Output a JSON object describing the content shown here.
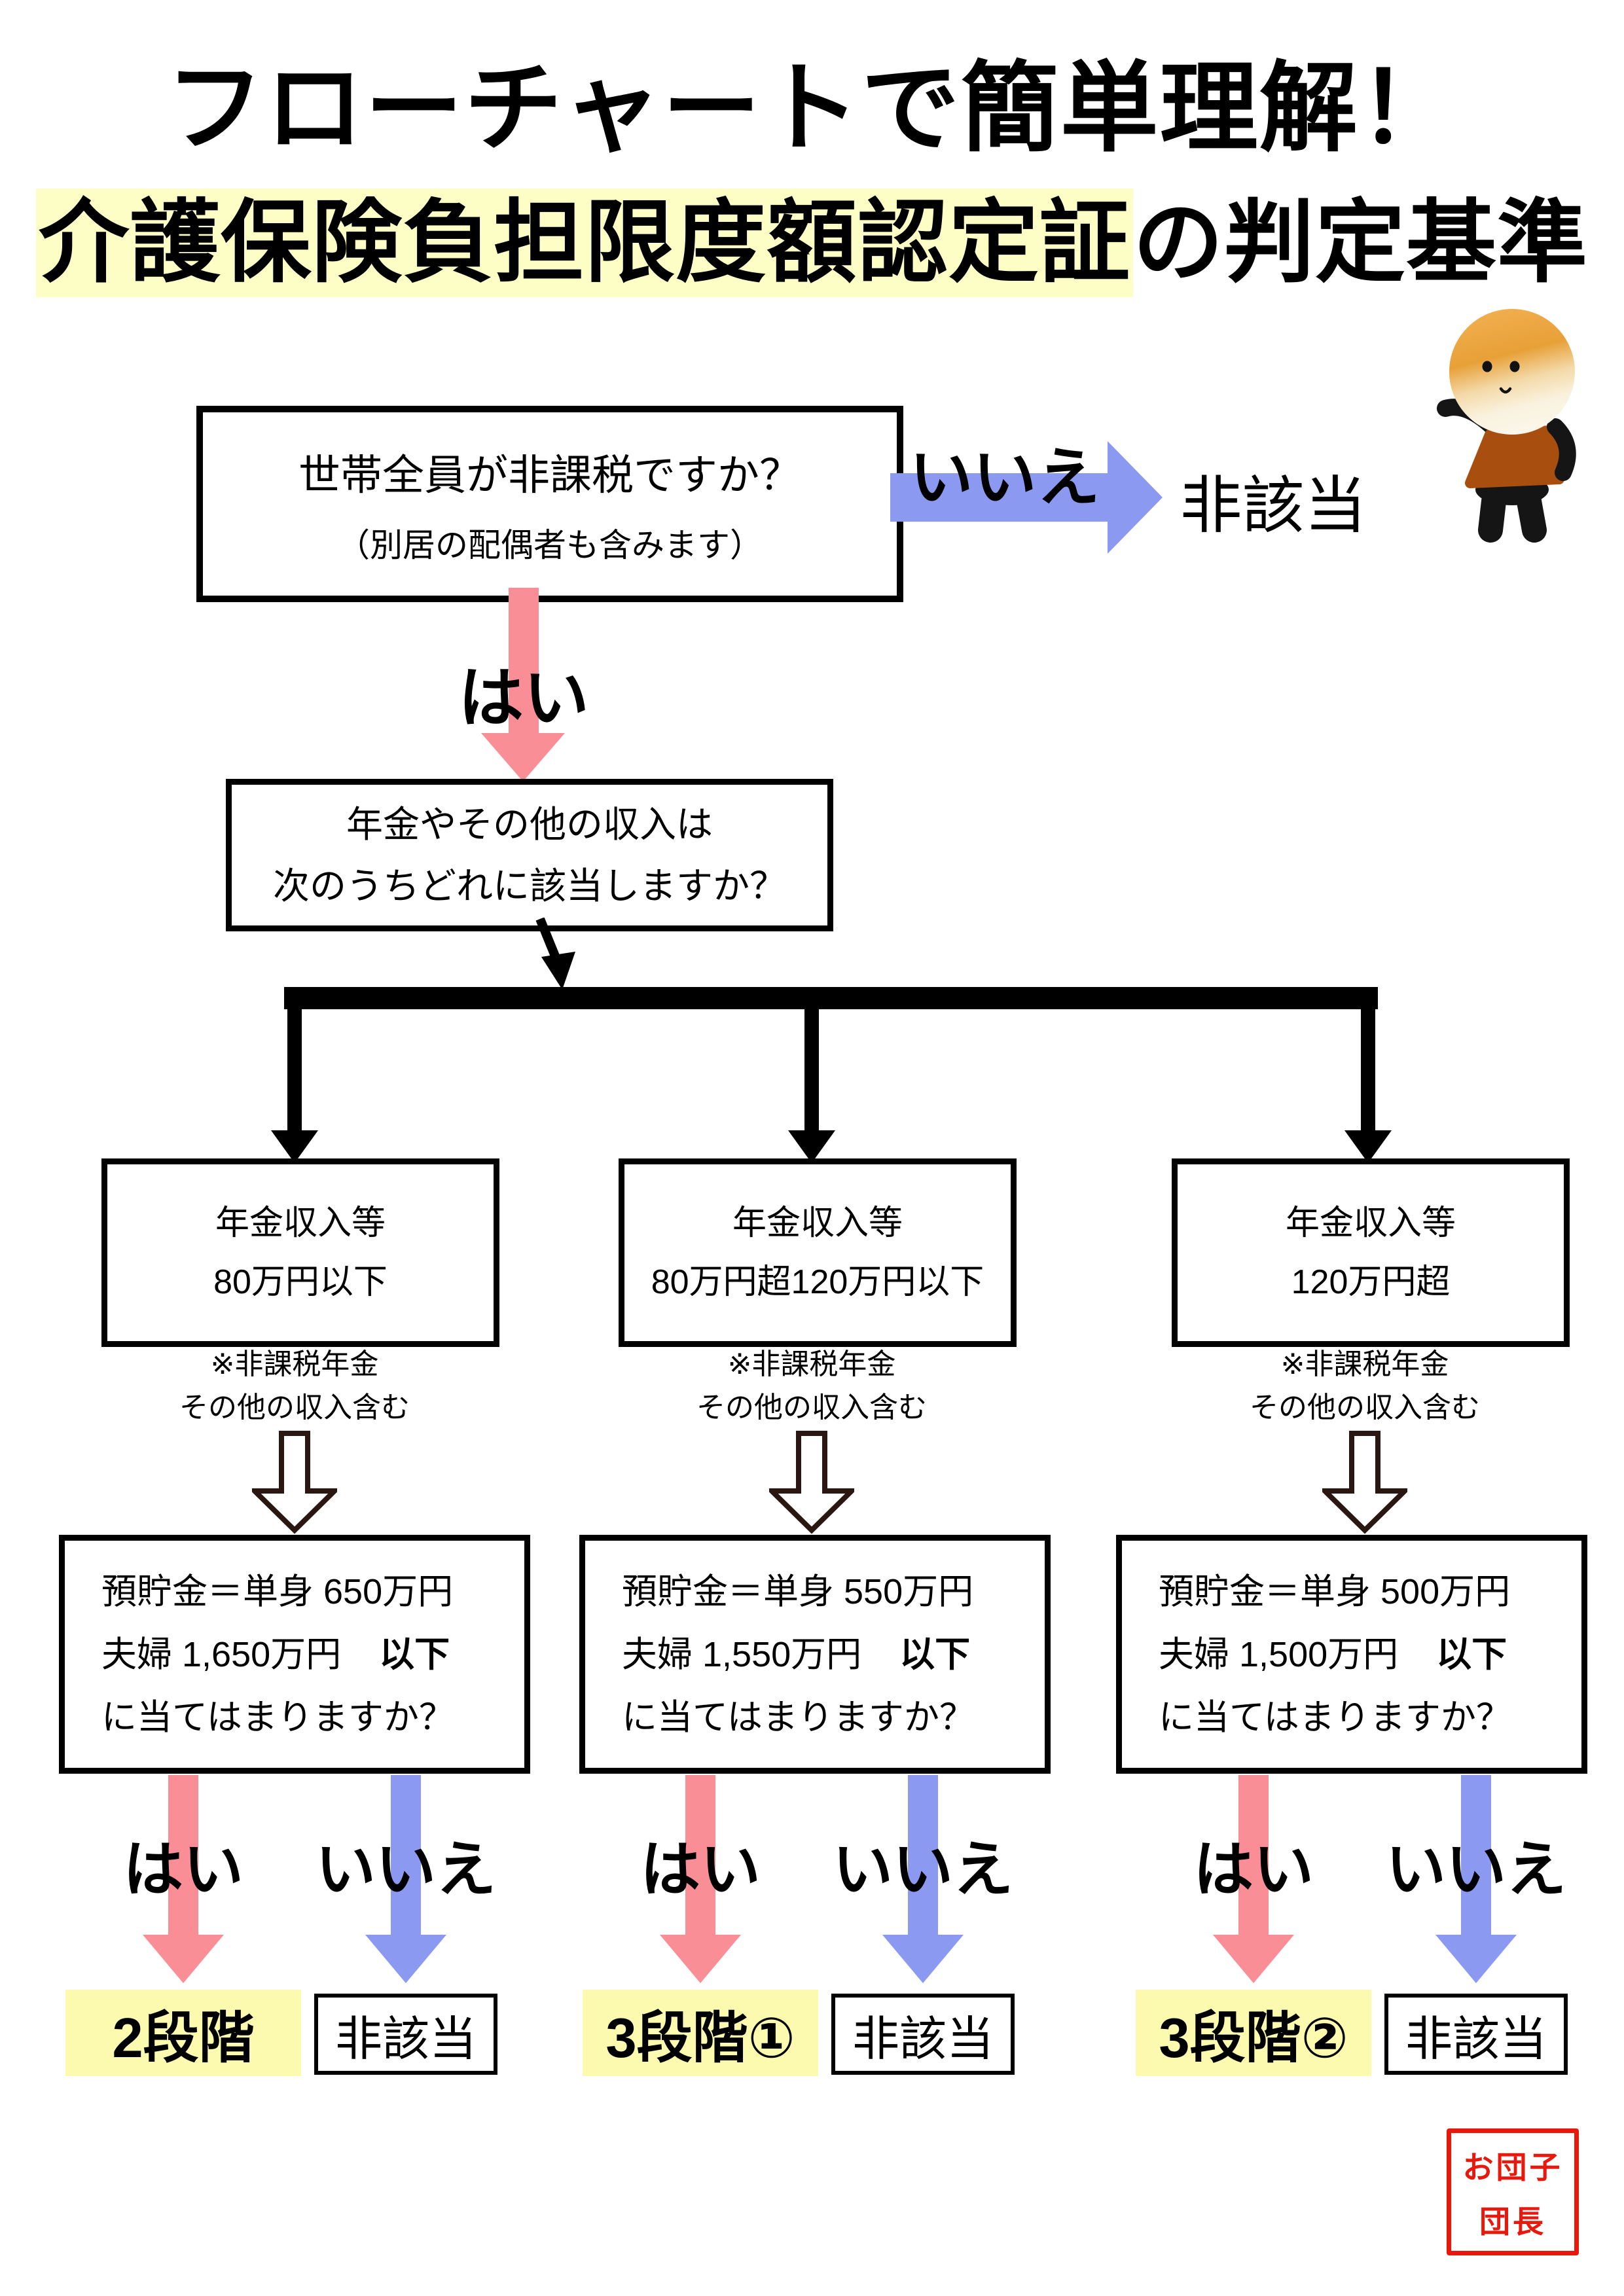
{
  "title": {
    "line1": "フローチャートで簡単理解！",
    "line2_highlight": "介護保険負担限度額認定証",
    "line2_rest": "の判定基準"
  },
  "q1": {
    "line1": "世帯全員が非課税ですか？",
    "line2": "（別居の配偶者も含みます）"
  },
  "top_no_label": "いいえ",
  "top_no_result": "非該当",
  "top_yes_label": "はい",
  "q2": {
    "line1": "年金やその他の収入は",
    "line2": "次のうちどれに該当しますか？"
  },
  "columns": [
    {
      "income_line1": "年金収入等",
      "income_line2": "80万円以下",
      "note1": "※非課税年金",
      "note2": "その他の収入含む",
      "savings_line1": "預貯金＝単身 650万円",
      "savings_line2_pre": "夫婦 1,650万円",
      "savings_line2_bold": "以下",
      "savings_line3": "に当てはまりますか？",
      "yes": "はい",
      "no": "いいえ",
      "result_yes": "2段階",
      "result_no": "非該当"
    },
    {
      "income_line1": "年金収入等",
      "income_line2": "80万円超120万円以下",
      "note1": "※非課税年金",
      "note2": "その他の収入含む",
      "savings_line1": "預貯金＝単身 550万円",
      "savings_line2_pre": "夫婦 1,550万円",
      "savings_line2_bold": "以下",
      "savings_line3": "に当てはまりますか？",
      "yes": "はい",
      "no": "いいえ",
      "result_yes": "3段階①",
      "result_no": "非該当"
    },
    {
      "income_line1": "年金収入等",
      "income_line2": "120万円超",
      "note1": "※非課税年金",
      "note2": "その他の収入含む",
      "savings_line1": "預貯金＝単身 500万円",
      "savings_line2_pre": "夫婦 1,500万円",
      "savings_line2_bold": "以下",
      "savings_line3": "に当てはまりますか？",
      "yes": "はい",
      "no": "いいえ",
      "result_yes": "3段階②",
      "result_no": "非該当"
    }
  ],
  "stamp": {
    "line1": "お団子",
    "line2": "団長"
  },
  "colors": {
    "yes_arrow_pink": "#F98E96",
    "no_arrow_blue": "#8B99F0",
    "result_highlight_yellow": "#FBFAAE",
    "title_highlight_yellow": "#FDFDC6",
    "outline_arrow_brown": "#2A1712",
    "stamp_red": "#E8190C",
    "mascot_shirt_rust": "#A84F10"
  }
}
